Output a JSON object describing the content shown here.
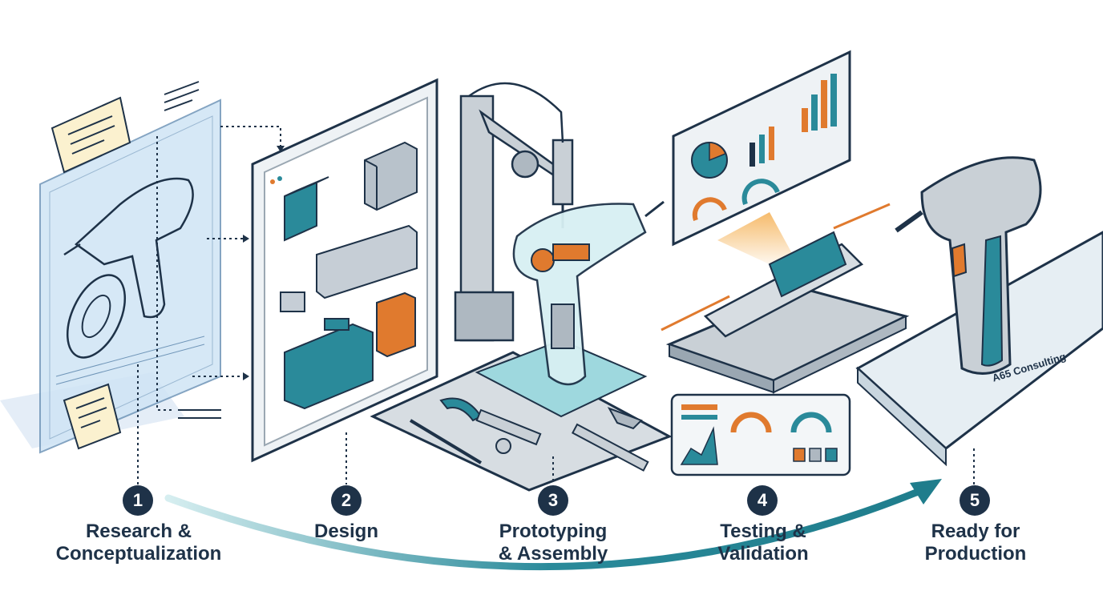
{
  "colors": {
    "navy": "#1e3248",
    "teal": "#2a8a9a",
    "teal_light": "#9ed8de",
    "orange": "#e07a2e",
    "gray": "#c9d0d6",
    "sticky_note": "#fbf1cf"
  },
  "steps": [
    {
      "number": "1",
      "line1": "Research &",
      "line2": "Conceptualization",
      "icon": "blueprint-sketch-icon"
    },
    {
      "number": "2",
      "line1": "Design",
      "line2": "",
      "icon": "cad-monitor-icon"
    },
    {
      "number": "3",
      "line1": "Prototyping",
      "line2": "& Assembly",
      "icon": "robot-arm-icon"
    },
    {
      "number": "4",
      "line1": "Testing &",
      "line2": "Validation",
      "icon": "test-bench-icon"
    },
    {
      "number": "5",
      "line1": "Ready for",
      "line2": "Production",
      "icon": "finished-drill-icon"
    }
  ],
  "product_stand": {
    "brand_text": "A65 Consulting"
  }
}
